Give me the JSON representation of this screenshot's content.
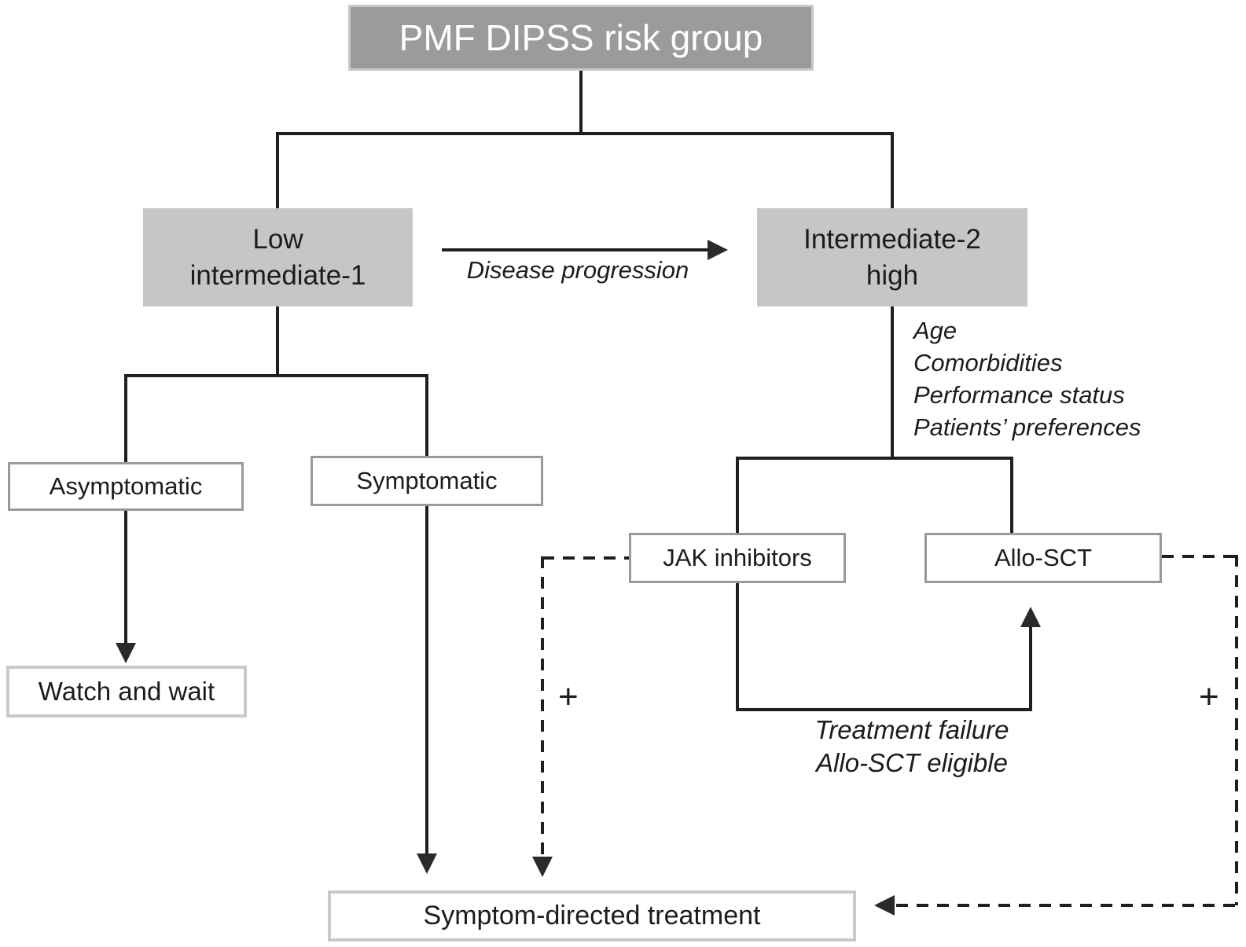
{
  "diagram": {
    "title": "PMF DIPSS risk group",
    "nodes": {
      "low_int1_line1": "Low",
      "low_int1_line2": "intermediate-1",
      "int2_high_line1": "Intermediate-2",
      "int2_high_line2": "high",
      "asymptomatic": "Asymptomatic",
      "symptomatic": "Symptomatic",
      "watch_and_wait": "Watch and wait",
      "jak_inhibitors": "JAK inhibitors",
      "allo_sct": "Allo-SCT",
      "symptom_directed": "Symptom-directed treatment"
    },
    "annotations": {
      "disease_progression": "Disease progression",
      "considerations": [
        "Age",
        "Comorbidities",
        "Performance status",
        "Patients’ preferences"
      ],
      "treatment_failure": [
        "Treatment failure",
        "Allo-SCT eligible"
      ],
      "plus_left": "+",
      "plus_right": "+"
    },
    "colors": {
      "title_fill": "#9a9b9d",
      "title_border": "#c9c9c9",
      "title_text": "#ffffff",
      "risk_fill": "#c5c6c8",
      "border_dark": "#97999b",
      "border_light": "#c9cacb",
      "line": "#1f1f1f",
      "text": "#1c1c1c",
      "background": "#ffffff"
    }
  }
}
